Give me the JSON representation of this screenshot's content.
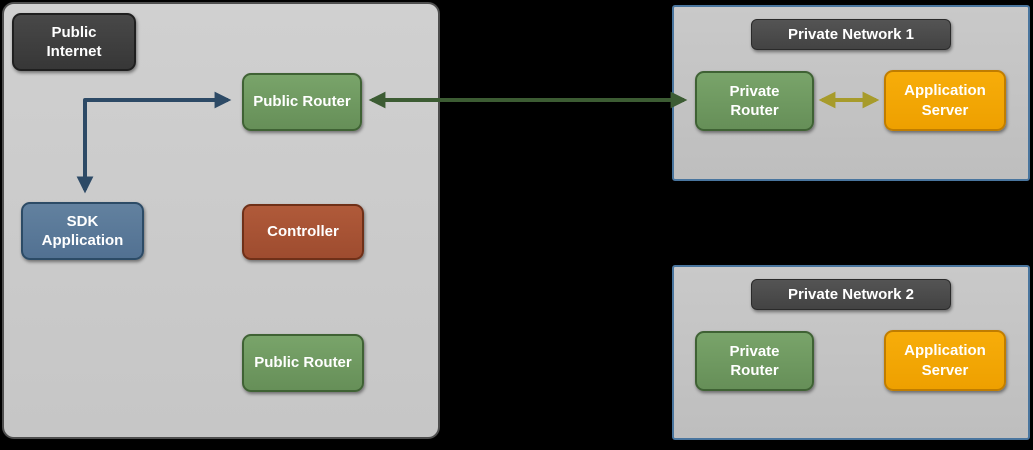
{
  "diagram": {
    "public_zone": {
      "public_internet": {
        "label": "Public Internet"
      },
      "public_router_top": {
        "label": "Public Router"
      },
      "sdk_application": {
        "label": "SDK Application"
      },
      "controller": {
        "label": "Controller"
      },
      "public_router_bottom": {
        "label": "Public Router"
      }
    },
    "private_network_1": {
      "title": "Private Network 1",
      "private_router": {
        "label": "Private Router"
      },
      "application_server": {
        "label": "Application Server"
      }
    },
    "private_network_2": {
      "title": "Private Network 2",
      "private_router": {
        "label": "Private Router"
      },
      "application_server": {
        "label": "Application Server"
      }
    },
    "colors": {
      "background": "#000000",
      "public_zone_fill": "#cbcbcb",
      "public_zone_border": "#4e4e4e",
      "private_zone_fill": "#c4c4c4",
      "private_zone_border": "#49759e",
      "node_dark": "#3e3e3e",
      "node_green": "#6f9b61",
      "node_green_border": "#3f6234",
      "node_slate": "#5a7a99",
      "node_slate_border": "#2c4b66",
      "node_brick": "#a85538",
      "node_brick_border": "#6f3018",
      "node_orange": "#f2a604",
      "node_orange_border": "#c07d00",
      "arrow_navy": "#2d4a66",
      "arrow_green": "#3c5c33",
      "arrow_olive": "#a79b2b"
    }
  }
}
